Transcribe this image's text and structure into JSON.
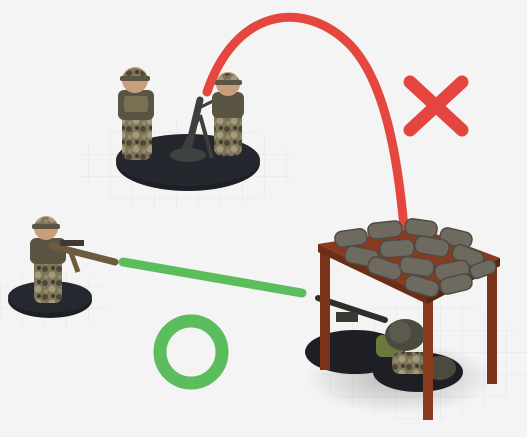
{
  "scene": {
    "description_labels": [],
    "colors": {
      "background": "#f4f4f4",
      "grid": "#dcdcdc",
      "trajectory_blocked": "#e5473e",
      "line_of_sight_clear": "#5cbd5c",
      "cross_mark": "#e4463f",
      "circle_mark": "#5cbd5c",
      "camo_dark": "#4d4a3c",
      "camo_light": "#8a8064",
      "base": "#1c1e24",
      "wood": "#8b3a1e",
      "sandbag": "#6e6a60"
    },
    "icons": {
      "blocked_mark": "cross-icon",
      "clear_mark": "circle-icon"
    },
    "units": {
      "mortar_team": "mortar-team",
      "rifleman": "rifleman-soldier",
      "covered_target": "soldier-under-overhead-cover"
    }
  }
}
